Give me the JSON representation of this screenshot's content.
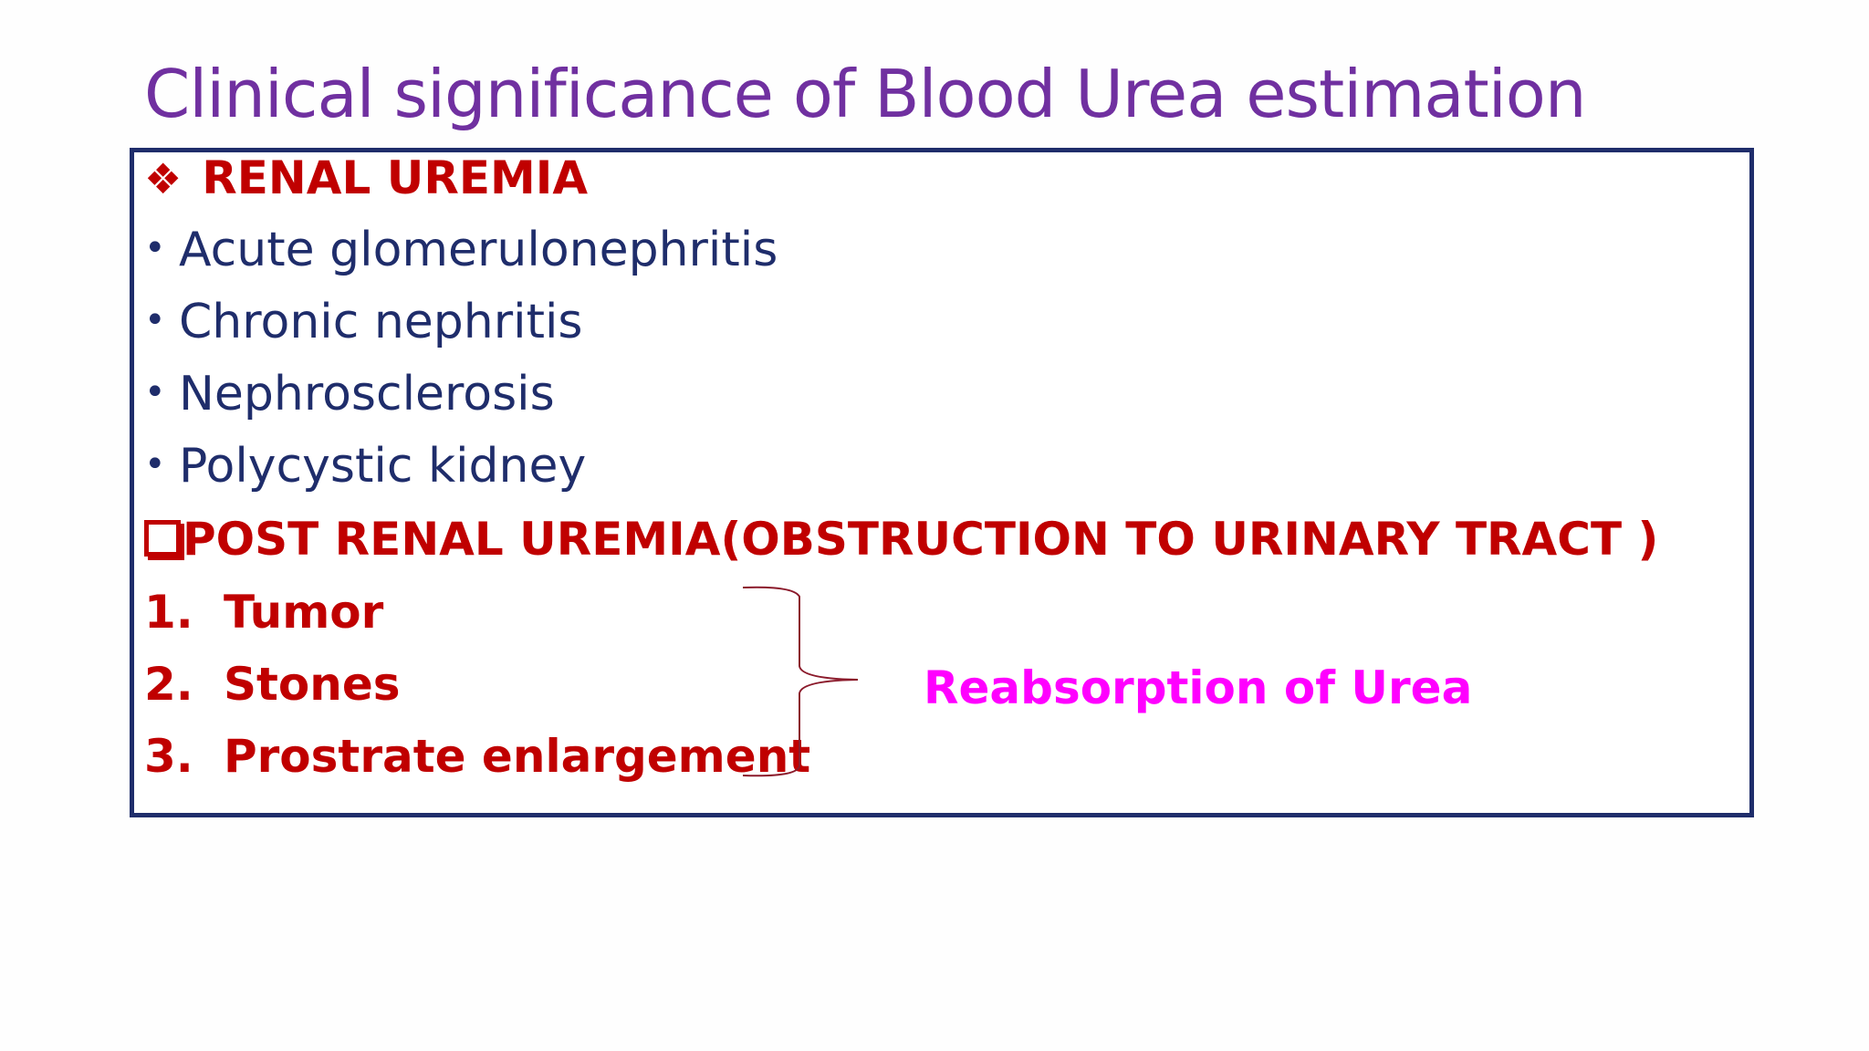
{
  "slide": {
    "title": "Clinical significance of Blood Urea estimation",
    "sections": {
      "renal": {
        "marker": "❖",
        "heading": "RENAL  UREMIA",
        "items": [
          "Acute glomerulonephritis",
          "Chronic nephritis",
          "Nephrosclerosis",
          "Polycystic kidney"
        ]
      },
      "post_renal": {
        "heading": "POST RENAL  UREMIA(OBSTRUCTION TO URINARY TRACT )",
        "items": [
          {
            "number": "1.",
            "text": "Tumor"
          },
          {
            "number": "2.",
            "text": "Stones"
          },
          {
            "number": "3.",
            "text": "Prostrate enlargement"
          }
        ]
      }
    },
    "annotation": "Reabsorption of Urea",
    "colors": {
      "title": "#7030a0",
      "heading": "#c00000",
      "bullet_text": "#1f2d6b",
      "annotation": "#ff00ff",
      "box_border": "#1f2d6b"
    }
  }
}
